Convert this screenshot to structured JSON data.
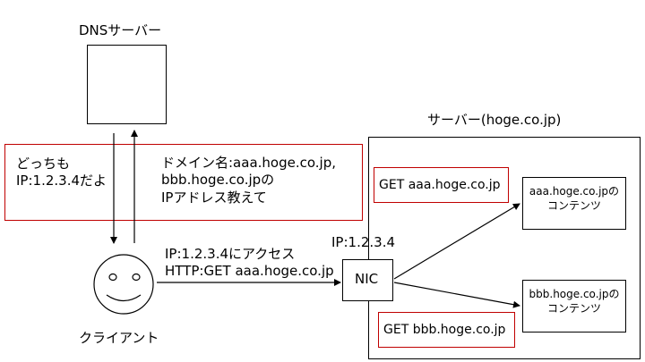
{
  "dns": {
    "title": "DNSサーバー"
  },
  "exchange": {
    "reply_line1": "どっちも",
    "reply_line2": "IP:1.2.3.4だよ",
    "query_line1": "ドメイン名:aaa.hoge.co.jp,",
    "query_line2": "bbb.hoge.co.jpの",
    "query_line3": "IPアドレス教えて"
  },
  "client": {
    "label": "クライアント",
    "access_line1": "IP:1.2.3.4にアクセス",
    "access_line2": "HTTP:GET aaa.hoge.co.jp"
  },
  "server": {
    "title": "サーバー(hoge.co.jp)",
    "nic_ip": "IP:1.2.3.4",
    "nic": "NIC",
    "get_aaa": "GET aaa.hoge.co.jp",
    "get_bbb": "GET bbb.hoge.co.jp",
    "content_aaa_line1": "aaa.hoge.co.jpの",
    "content_aaa_line2": "コンテンツ",
    "content_bbb_line1": "bbb.hoge.co.jpの",
    "content_bbb_line2": "コンテンツ"
  },
  "colors": {
    "highlight_border": "#c00000",
    "line": "#000000"
  }
}
